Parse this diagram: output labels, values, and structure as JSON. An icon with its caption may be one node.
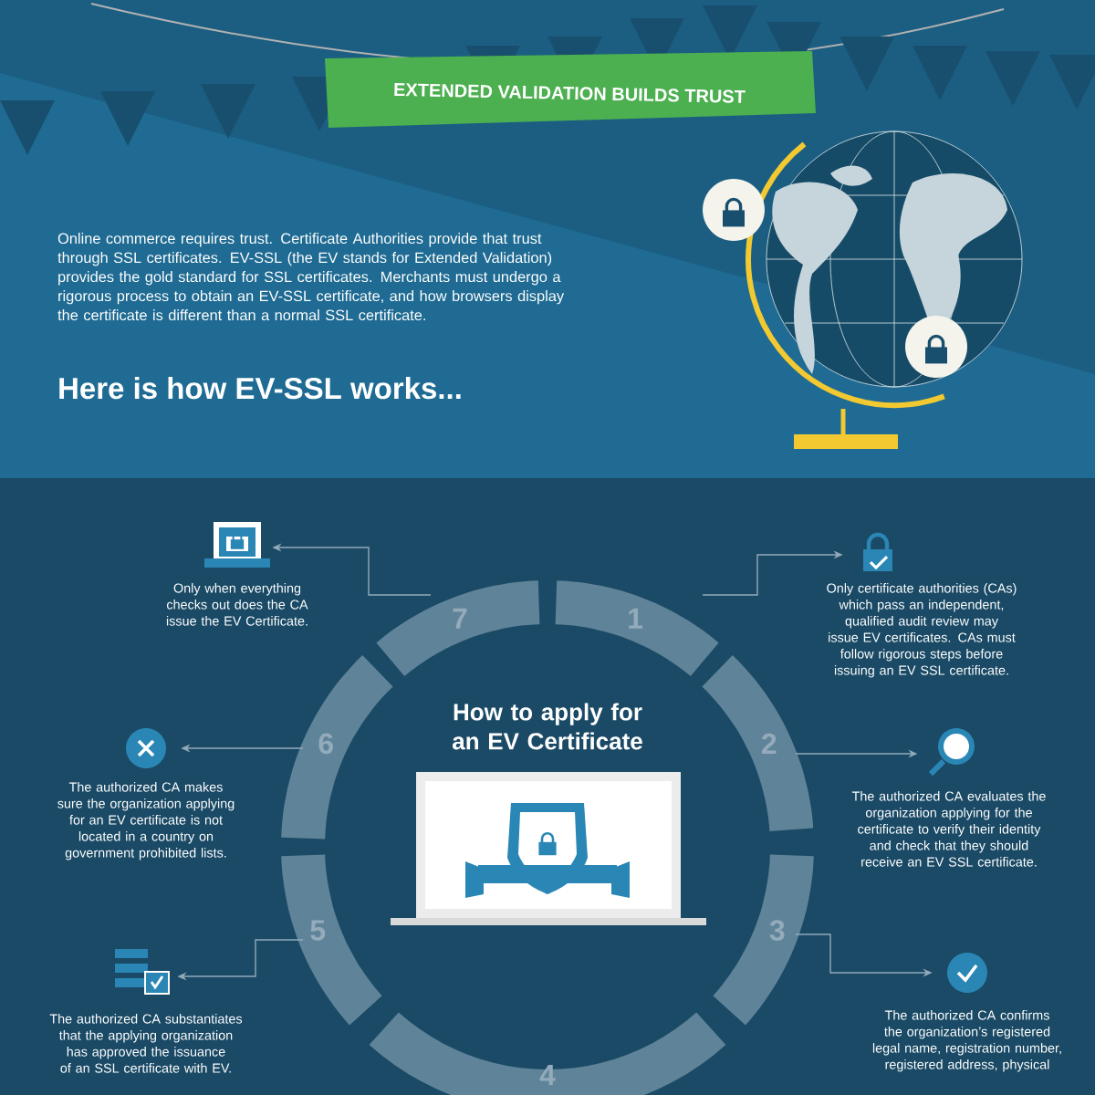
{
  "diagram": {
    "title": "EXTENDED VALIDATION BUILDS TRUST",
    "nodes": [
      {
        "text": [
          "1"
        ]
      },
      {
        "text": [
          "2"
        ]
      },
      {
        "text": [
          "3"
        ]
      },
      {
        "text": [
          "4"
        ]
      },
      {
        "text": [
          "5"
        ]
      },
      {
        "text": [
          "6"
        ]
      },
      {
        "text": [
          "7"
        ]
      },
      {
        "text": [],
        "shape": "picture",
        "beside": [
          "Only certificate authorities (CAs) which pass an independent, qualified audit review may issue EV certificates. CAs must follow rigorous steps before issuing an EV SSL certificate."
        ]
      },
      {
        "text": [],
        "shape": "picture",
        "beside": [
          "The authorized CA evaluates the organization applying for the certificate to verify their identity and check that they should receive an EV SSL certificate."
        ]
      },
      {
        "text": [],
        "shape": "picture",
        "beside": [
          "The authorized CA confirms the organization’s registered legal name, registration number, registered address, physical"
        ]
      },
      {
        "text": [],
        "shape": "picture",
        "beside": [
          "The authorized CA substantiates that the applying organization has approved the issuance of an SSL certificate with EV."
        ]
      },
      {
        "text": [],
        "shape": "picture",
        "beside": [
          "The authorized CA makes sure the organization applying for an EV certificate is not located in a country on government prohibited lists."
        ]
      },
      {
        "text": [],
        "shape": "picture",
        "beside": [
          "Only when everything checks out does the CA issue the EV Certificate."
        ]
      }
    ],
    "edges": [
      {
        "from": 0,
        "to": 7,
        "arrow": "to"
      },
      {
        "from": 1,
        "to": 8,
        "arrow": "to"
      },
      {
        "from": 2,
        "to": 9,
        "arrow": "to"
      },
      {
        "from": 4,
        "to": 10,
        "arrow": "to"
      },
      {
        "from": 5,
        "to": 11,
        "arrow": "to"
      },
      {
        "from": 6,
        "to": 12,
        "arrow": "to"
      }
    ],
    "labels": [
      "Online commerce requires trust.  Certificate Authorities provide that trust through SSL certificates.  EV-SSL (the EV stands for Extended Validation) provides the gold standard for SSL certificates.  Merchants must undergo a rigorous process to obtain an EV-SSL certificate, and how browsers display the certificate is different than a normal SSL certificate.",
      "Here is how EV-SSL works...",
      "How to apply for an EV Certificate"
    ]
  }
}
